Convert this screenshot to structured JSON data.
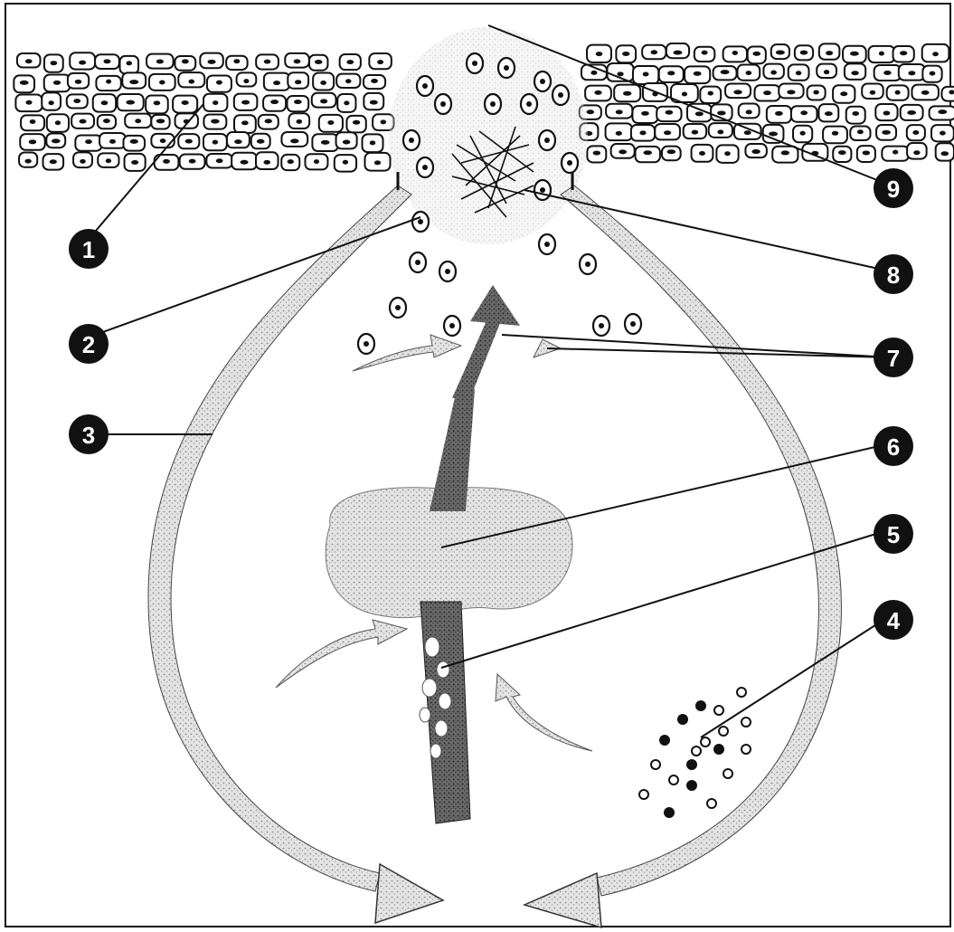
{
  "diagram": {
    "labels": [
      {
        "id": "label-1",
        "text": "1"
      },
      {
        "id": "label-2",
        "text": "2"
      },
      {
        "id": "label-3",
        "text": "3"
      },
      {
        "id": "label-4",
        "text": "4"
      },
      {
        "id": "label-5",
        "text": "5"
      },
      {
        "id": "label-6",
        "text": "6"
      },
      {
        "id": "label-7",
        "text": "7"
      },
      {
        "id": "label-8",
        "text": "8"
      },
      {
        "id": "label-9",
        "text": "9"
      }
    ]
  },
  "colors": {
    "ink": "#111111",
    "shade": "#bdbdbd",
    "dark_shade": "#555555",
    "paper": "#ffffff"
  }
}
